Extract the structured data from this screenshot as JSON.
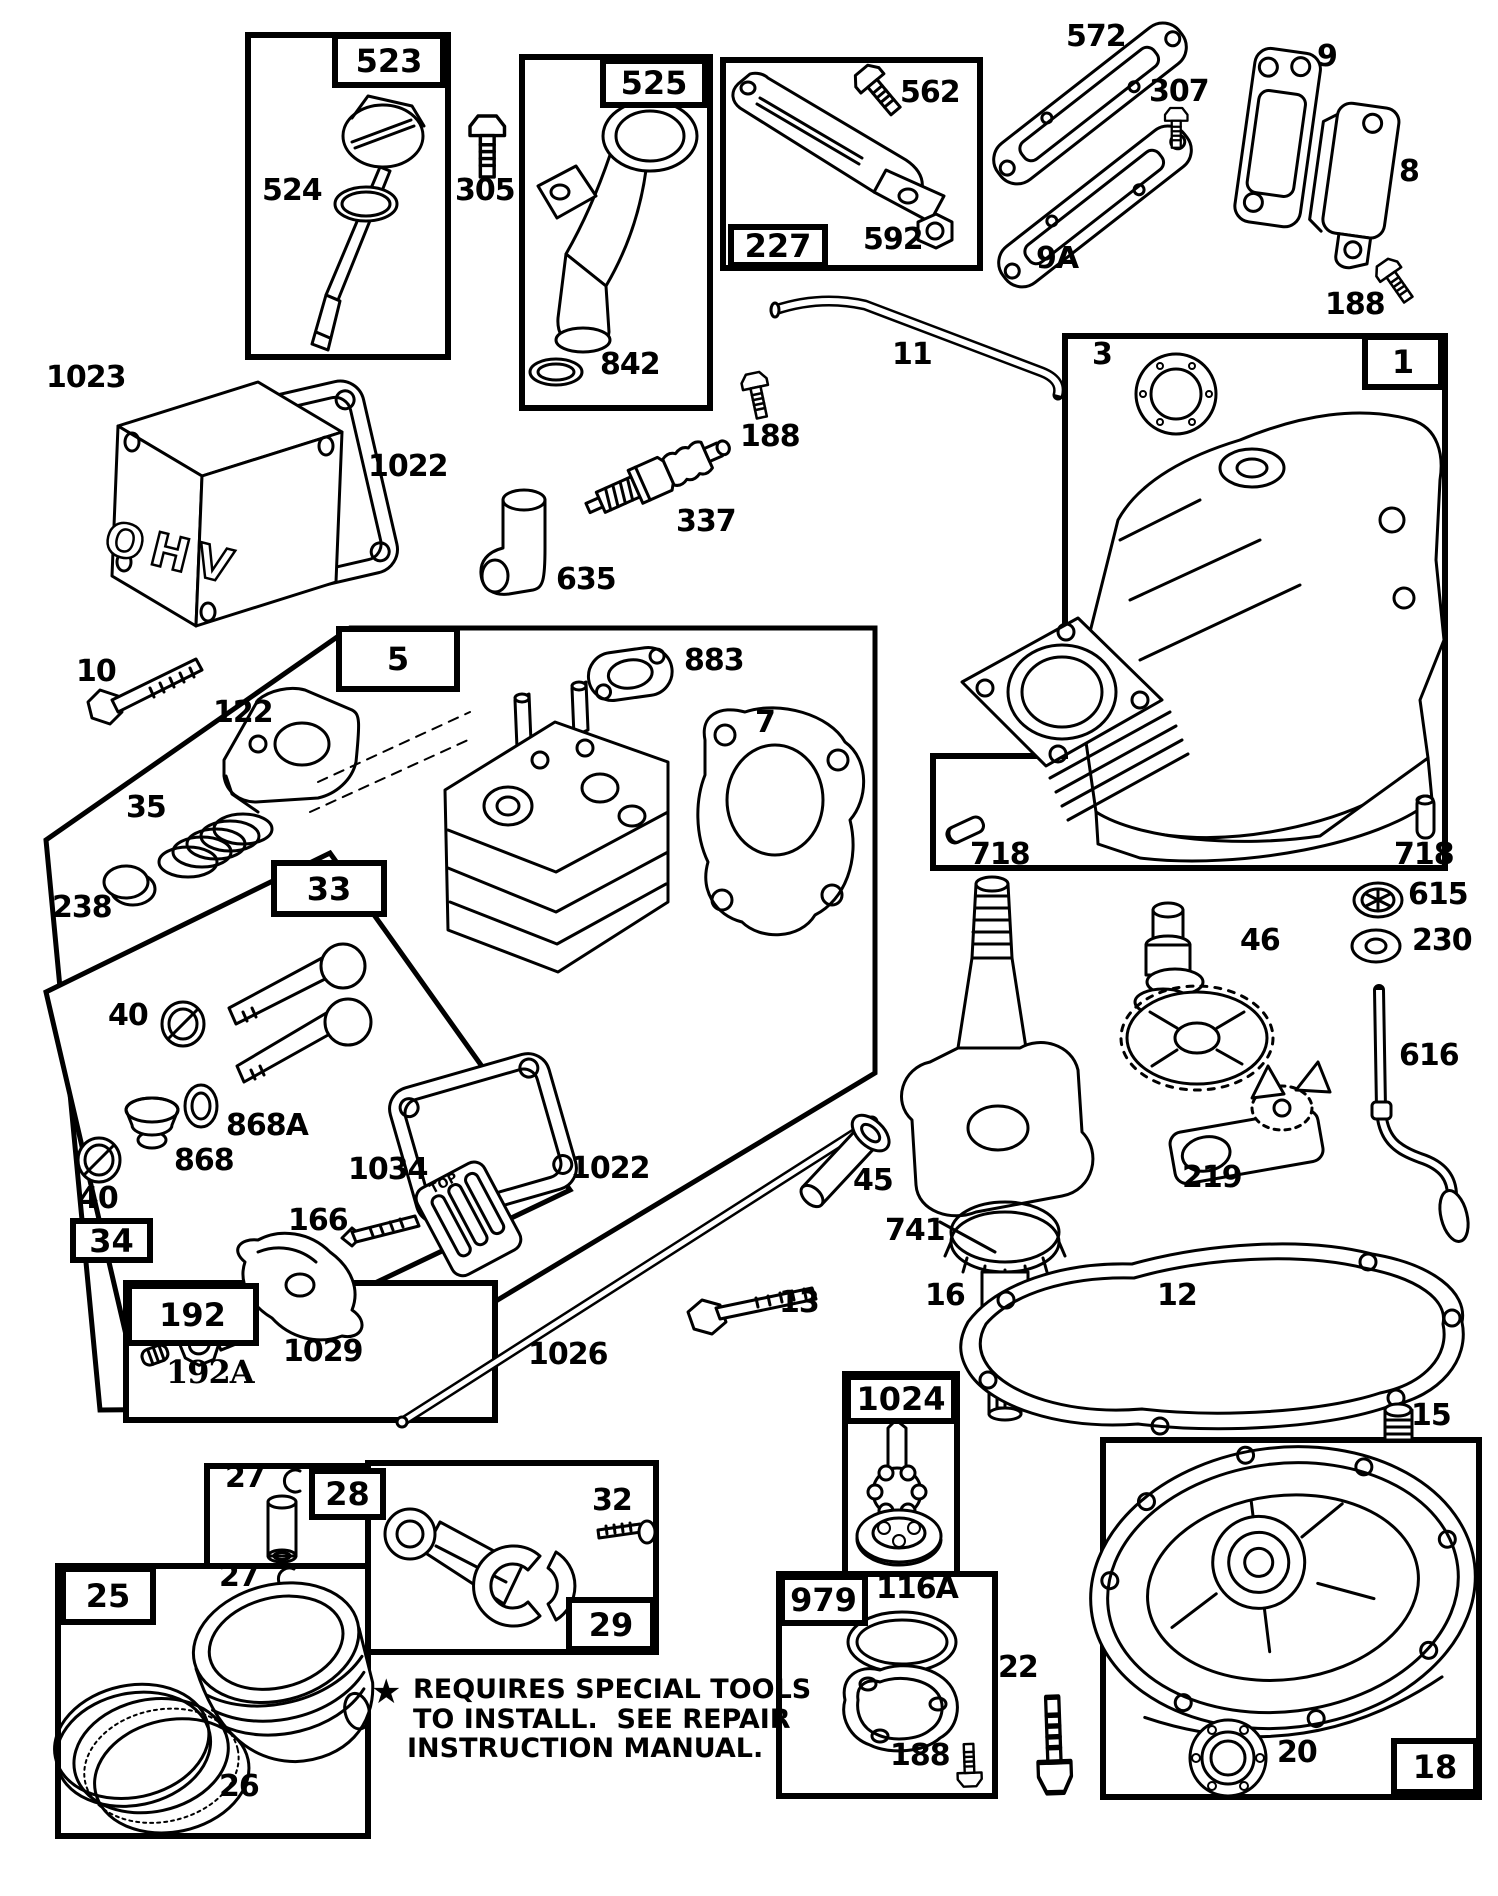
{
  "diagram": {
    "note": {
      "star": "★",
      "line1": "REQUIRES SPECIAL TOOLS",
      "line2": "TO INSTALL.  SEE REPAIR",
      "line3": "INSTRUCTION MANUAL."
    }
  },
  "drawing_texts": {
    "ohv": "OHV",
    "top": "TOP"
  },
  "boxed_labels": {
    "b523": "523",
    "b525": "525",
    "b227": "227",
    "b1": "1",
    "b5": "5",
    "b33": "33",
    "b34": "34",
    "b192": "192",
    "b28": "28",
    "b25": "25",
    "b29": "29",
    "b1024": "1024",
    "b979": "979",
    "b18": "18"
  },
  "part_labels": {
    "l524": "524",
    "l305": "305",
    "l842": "842",
    "l562": "562",
    "l592": "592",
    "l572": "572",
    "l307": "307",
    "l9": "9",
    "l9a": "9A",
    "l8": "8",
    "l188_tr": "188",
    "l1023": "1023",
    "l1022_a": "1022",
    "l11": "11",
    "l188_b": "188",
    "l337": "337",
    "l635": "635",
    "l3": "3",
    "l718_a": "718",
    "l718_b": "718",
    "l10": "10",
    "l122": "122",
    "l35": "35",
    "l238": "238",
    "l883": "883",
    "l7": "7",
    "l40_a": "40",
    "l868a": "868A",
    "l868": "868",
    "l40_b": "40",
    "l166": "166",
    "l1034": "1034",
    "l1029": "1029",
    "l192a": "192A",
    "l1022_b": "1022",
    "l1026": "1026",
    "l13": "13",
    "l45": "45",
    "l741": "741",
    "l16": "16",
    "l46": "46",
    "l615": "615",
    "l230": "230",
    "l616": "616",
    "l219": "219",
    "l12": "12",
    "l15": "15",
    "l20": "20",
    "l22": "22",
    "l116a": "116A",
    "l188_c": "188",
    "l26": "26",
    "l27_a": "27",
    "l27_b": "27",
    "l32": "32"
  }
}
